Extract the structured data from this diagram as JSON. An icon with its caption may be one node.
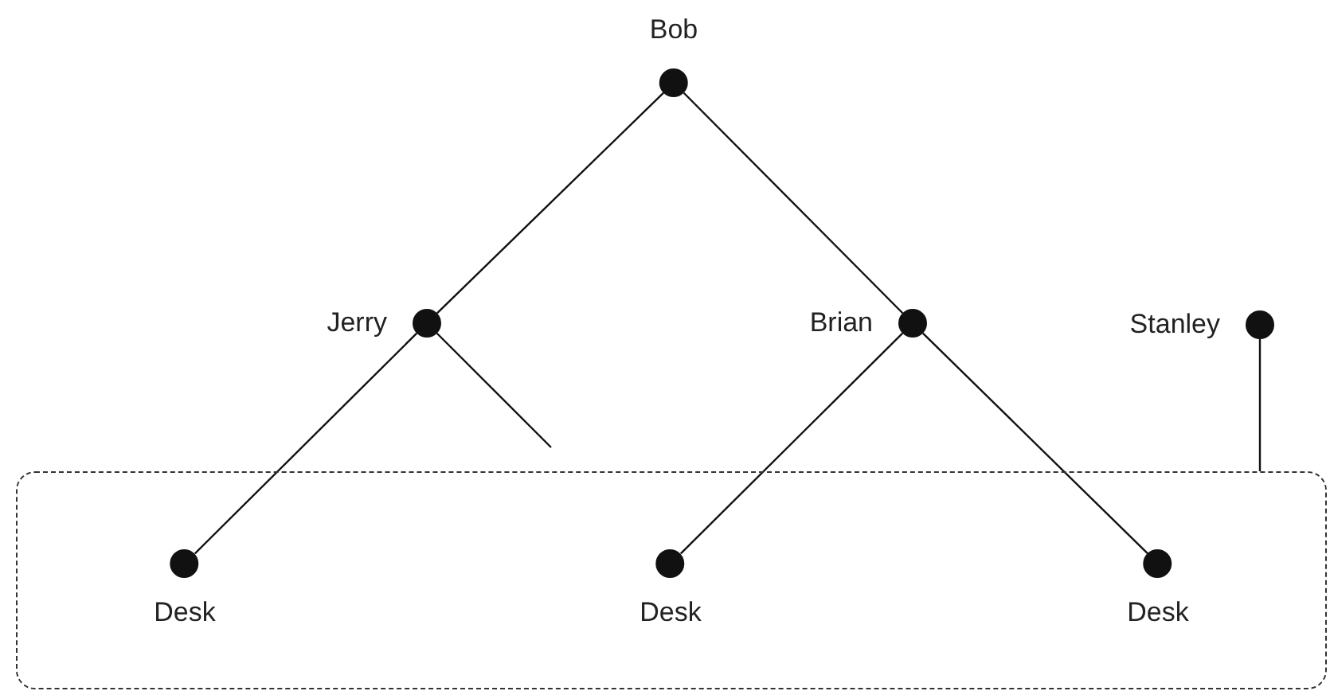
{
  "diagram": {
    "nodes": [
      {
        "text": [
          "Bob"
        ]
      },
      {
        "text": [
          "Jerry"
        ]
      },
      {
        "text": [
          "Brian"
        ]
      },
      {
        "text": [
          "Stanley"
        ]
      },
      {
        "text": [],
        "shape": "box"
      },
      {
        "text": [
          "Desk"
        ],
        "in": 4
      },
      {
        "text": [
          "Desk"
        ],
        "in": 4
      },
      {
        "text": [
          "Desk"
        ],
        "in": 4
      }
    ],
    "edges": [
      {
        "from": 0,
        "to": 1,
        "arrow": "none"
      },
      {
        "from": 0,
        "to": 2,
        "arrow": "none"
      },
      {
        "from": 1,
        "to": 5,
        "arrow": "none"
      },
      {
        "from": 1,
        "to": null,
        "arrow": "none"
      },
      {
        "from": 2,
        "to": 6,
        "arrow": "none"
      },
      {
        "from": 2,
        "to": 7,
        "arrow": "none"
      },
      {
        "from": 3,
        "to": 4,
        "arrow": "none"
      }
    ]
  }
}
